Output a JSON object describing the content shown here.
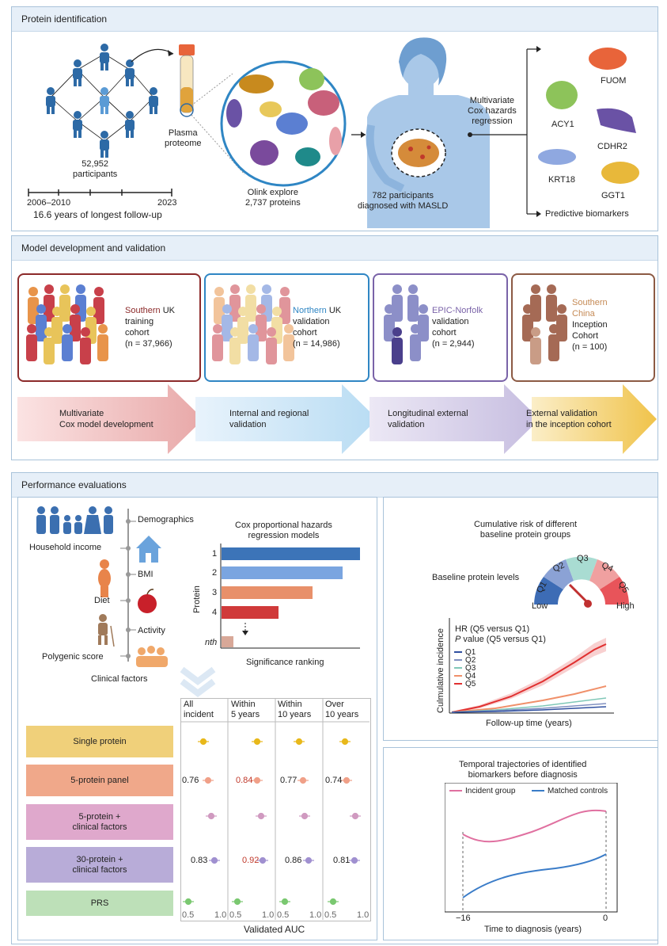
{
  "colors": {
    "panel_head": "#e6eff8",
    "border": "#a9c3da",
    "person_blue": "#2d6aa6",
    "southern_uk": "#8c2a2a",
    "northern_uk": "#2f86c4",
    "epic": "#7a63a8",
    "china": "#8c5a44",
    "china_text": "#c58a55"
  },
  "sections": {
    "identification": {
      "title": "Protein identification",
      "participants": "52,952\nparticipants",
      "years_start": "2006–2010",
      "years_end": "2023",
      "followup": "16.6 years of longest follow-up",
      "plasma": "Plasma\nproteome",
      "olink": "Olink explore\n2,737 proteins",
      "masld": "782 participants\ndiagnosed with MASLD",
      "cox": "Multivariate\nCox hazards\nregression",
      "predictive": "Predictive biomarkers",
      "proteins": [
        "FUOM",
        "ACY1",
        "CDHR2",
        "KRT18",
        "GGT1"
      ]
    },
    "model": {
      "title": "Model development and validation",
      "cohorts": [
        {
          "region": "Southern",
          "rest": " UK",
          "lines": "training\ncohort",
          "n": "(n = 37,966)"
        },
        {
          "region": "Northern",
          "rest": " UK",
          "lines": "validation\ncohort",
          "n": "(n = 14,986)"
        },
        {
          "region": "EPIC-Norfolk",
          "rest": "",
          "lines": "validation\ncohort",
          "n": "(n = 2,944)"
        },
        {
          "region": "Southern\nChina",
          "rest": "",
          "lines": "Inception\nCohort",
          "n": "(n = 100)"
        }
      ],
      "steps": [
        "Multivariate\nCox model development",
        "Internal and regional\nvalidation",
        "Longitudinal external\nvalidation",
        "External validation\nin the inception cohort"
      ]
    },
    "performance": {
      "title": "Performance evaluations",
      "factors": [
        "Demographics",
        "Household income",
        "BMI",
        "Diet",
        "Activity",
        "Polygenic score"
      ],
      "clinical": "Clinical factors",
      "cox_title": "Cox proportional hazards\nregression models",
      "protein_axis": "Protein",
      "rank_labels": [
        "1",
        "2",
        "3",
        "4",
        "nth"
      ],
      "significance": "Significance ranking",
      "model_rows": [
        "Single protein",
        "5-protein panel",
        "5-protein +\nclinical factors",
        "30-protein +\nclinical factors",
        "PRS"
      ],
      "auc_cols": [
        "All\nincident",
        "Within\n5 years",
        "Within\n10 years",
        "Over\n10 years"
      ],
      "auc_values": {
        "panel5": [
          "0.76",
          "0.84",
          "0.77",
          "0.74"
        ],
        "protein30": [
          "0.83",
          "0.92",
          "0.86",
          "0.81"
        ]
      },
      "auc_axis": [
        "0.5",
        "1.0"
      ],
      "auc_xlabel": "Validated AUC"
    },
    "cumulative": {
      "title": "Cumulative risk of different\nbaseline protein groups",
      "gauge_label": "Baseline protein levels",
      "quintiles": [
        "Q1",
        "Q2",
        "Q3",
        "Q4",
        "Q5"
      ],
      "low": "Low",
      "high": "High",
      "hr": "HR (Q5 versus Q1)",
      "pval_p": "P",
      "pval": " value (Q5 versus Q1)",
      "ylabel": "Culmulative incidence",
      "xlabel": "Follow-up time (years)"
    },
    "temporal": {
      "title": "Temporal trajectories of identified\nbiomarkers before diagnosis",
      "legend": [
        "Incident group",
        "Matched controls"
      ],
      "ticks": [
        "−16",
        "0"
      ],
      "xlabel": "Time to diagnosis (years)"
    }
  }
}
